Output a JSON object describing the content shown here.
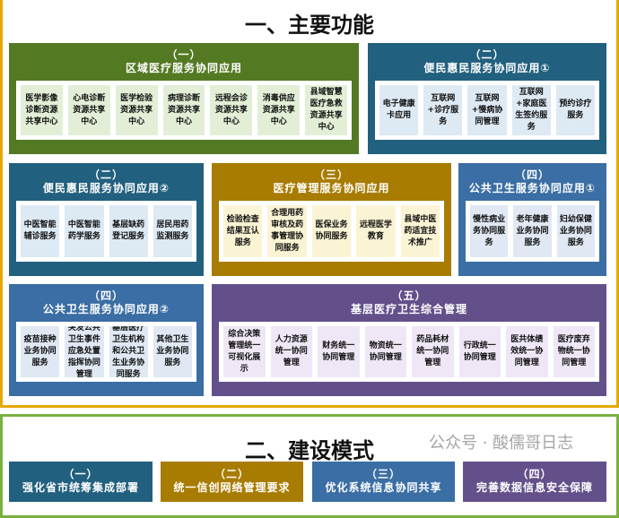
{
  "section1": {
    "title": "一、主要功能",
    "panels": [
      {
        "num": "（一）",
        "title": "区域医疗服务协同应用",
        "color": "#537a23",
        "items": [
          "医学影像诊断资源共享中心",
          "心电诊断资源共享中心",
          "医学检验资源共享中心",
          "病理诊断资源共享中心",
          "远程会诊资源共享中心",
          "消毒供应资源共享中心",
          "县域智慧医疗急救资源共享中心"
        ]
      },
      {
        "num": "（二）",
        "title": "便民惠民服务协同应用①",
        "color": "#22607f",
        "items": [
          "电子健康卡应用",
          "互联网+诊疗服务",
          "互联网+慢病协同管理",
          "互联网+家庭医生签约服务",
          "预约诊疗服务"
        ]
      },
      {
        "num": "（二）",
        "title": "便民惠民服务协同应用②",
        "color": "#22607f",
        "items": [
          "中医智能辅诊服务",
          "中医智能药学服务",
          "基层缺药登记服务",
          "居民用药监测服务"
        ]
      },
      {
        "num": "（三）",
        "title": "医疗管理服务协同应用",
        "color": "#a87c00",
        "items": [
          "检验检查结果互认服务",
          "合理用药审核及药事管理协同服务",
          "医保业务协同服务",
          "远程医学教育",
          "县域中医药适宜技术推广"
        ]
      },
      {
        "num": "（四）",
        "title": "公共卫生服务协同应用①",
        "color": "#3a6ea4",
        "items": [
          "慢性病业务协同服务",
          "老年健康业务协同服务",
          "妇幼保健业务协同服务"
        ]
      },
      {
        "num": "（四）",
        "title": "公共卫生服务协同应用②",
        "color": "#3a6ea4",
        "items": [
          "疫苗接种业务协同服务",
          "突发公共卫生事件应急处置指挥协同管理",
          "基层医疗卫生机构和公共卫生业务协同服务",
          "其他卫生业务协同服务"
        ]
      },
      {
        "num": "（五）",
        "title": "基层医疗卫生综合管理",
        "color": "#63508b",
        "items": [
          "综合决策管理统一可视化展示",
          "人力资源统一协同管理",
          "财务统一协同管理",
          "物资统一协同管理",
          "药品耗材统一协同管理",
          "行政统一协同管理",
          "医共体绩效统一协同管理",
          "医疗废弃物统一协同管理"
        ]
      }
    ]
  },
  "section2": {
    "title": "二、建设模式",
    "items": [
      {
        "num": "（一）",
        "title": "强化省市统筹集成部署"
      },
      {
        "num": "（二）",
        "title": "统一信创网络管理要求"
      },
      {
        "num": "（三）",
        "title": "优化系统信息协同共享"
      },
      {
        "num": "（四）",
        "title": "完善数据信息安全保障"
      }
    ]
  },
  "watermark": "公众号 · 酸儒哥日志"
}
